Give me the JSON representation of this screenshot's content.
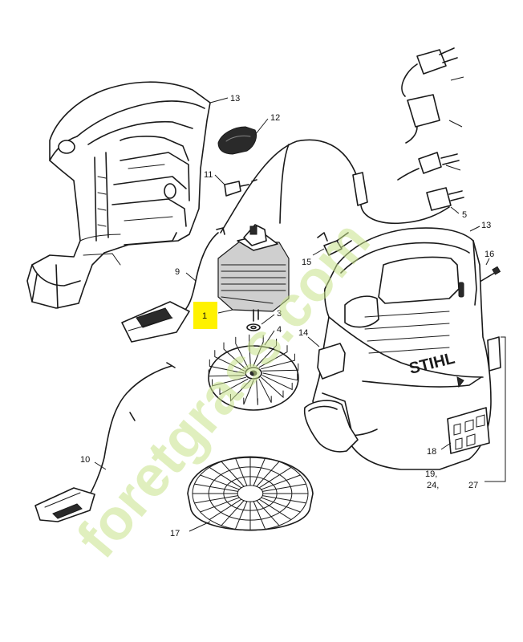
{
  "brand_text": "STIHL",
  "watermark": "foretgrass.com",
  "highlight_color": "#fff200",
  "watermark_color": "#c8e38a",
  "callouts": [
    {
      "id": "13a",
      "text": "13"
    },
    {
      "id": "12",
      "text": "12"
    },
    {
      "id": "11",
      "text": "11"
    },
    {
      "id": "9",
      "text": "9"
    },
    {
      "id": "1",
      "text": "1"
    },
    {
      "id": "3",
      "text": "3"
    },
    {
      "id": "4",
      "text": "4"
    },
    {
      "id": "15",
      "text": "15"
    },
    {
      "id": "5",
      "text": "5"
    },
    {
      "id": "13b",
      "text": "13"
    },
    {
      "id": "16",
      "text": "16"
    },
    {
      "id": "14",
      "text": "14"
    },
    {
      "id": "10",
      "text": "10"
    },
    {
      "id": "17",
      "text": "17"
    },
    {
      "id": "18",
      "text": "18"
    },
    {
      "id": "19",
      "text": "19,"
    },
    {
      "id": "24",
      "text": "24,"
    },
    {
      "id": "27",
      "text": "27"
    }
  ]
}
